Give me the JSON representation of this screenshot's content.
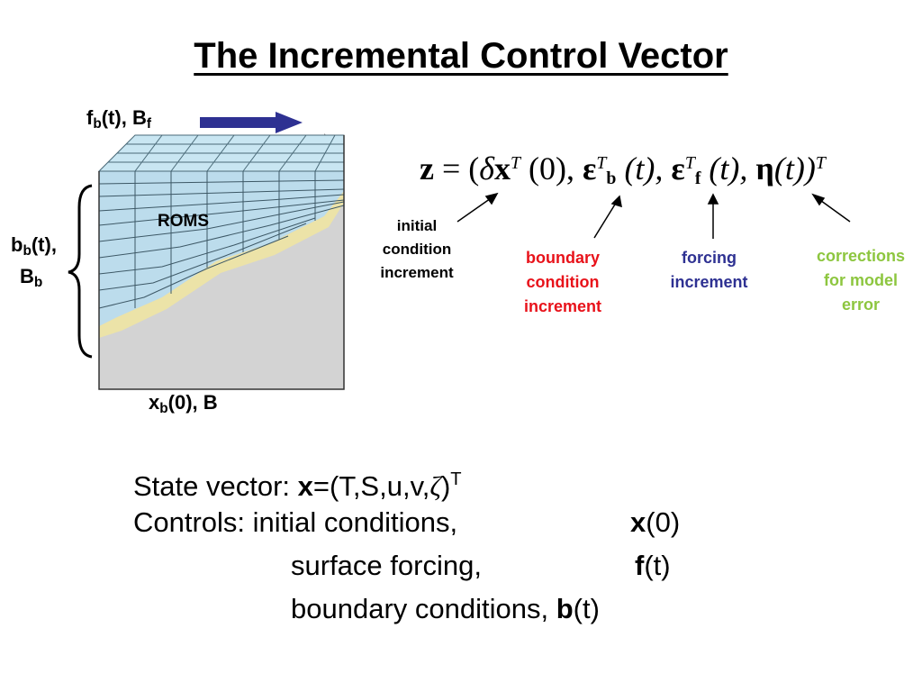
{
  "title": "The Incremental Control Vector",
  "diagram": {
    "model_label": "ROMS",
    "forcing_label": {
      "main": "f",
      "sub": "b",
      "rest": "(t), B",
      "sub2": "f"
    },
    "boundary_label": {
      "line1_main": "b",
      "line1_sub": "b",
      "line1_rest": "(t),",
      "line2_main": "B",
      "line2_sub": "b"
    },
    "initial_label": {
      "main": "x",
      "sub": "b",
      "rest": "(0), B"
    }
  },
  "equation": {
    "z": "z",
    "equals": " = (",
    "delta": "δ",
    "x": "x",
    "T": "T",
    "zero": " (0), ",
    "eps": "ε",
    "b": "b",
    "f": "f",
    "t_paren": " (t), ",
    "eta": "η",
    "eta_t": "(t))"
  },
  "annotations": {
    "initial": [
      "initial",
      "condition",
      "increment"
    ],
    "boundary": [
      "boundary",
      "condition",
      "increment"
    ],
    "forcing": [
      "forcing",
      "increment"
    ],
    "corrections": [
      "corrections",
      "for model",
      "error"
    ]
  },
  "colors": {
    "initial": "#000000",
    "boundary": "#e8121a",
    "forcing": "#2e3192",
    "corrections": "#8dc63f",
    "arrow": "#2e3192"
  },
  "text": {
    "state_prefix": "State vector: ",
    "state_bold": "x",
    "state_rest": "=(T,S,u,v,",
    "zeta": "ζ",
    "state_close": ")",
    "state_sup": "T",
    "controls_prefix": "Controls: initial conditions,",
    "ctrl1_bold": "x",
    "ctrl1_rest": "(0)",
    "ctrl2_text": "surface forcing,",
    "ctrl2_bold": "f",
    "ctrl2_rest": "(t)",
    "ctrl3_text": "boundary conditions,",
    "ctrl3_bold": "b",
    "ctrl3_rest": "(t)"
  }
}
